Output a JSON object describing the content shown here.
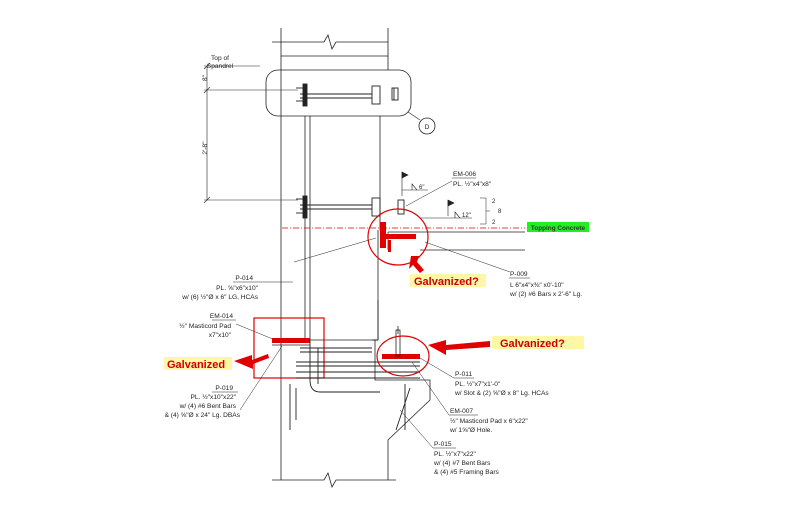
{
  "drawing": {
    "top_of_spandrel": [
      "Top of",
      "Spandrel"
    ],
    "dim_top": "8\"",
    "dim_mid": "2'-8\"",
    "detail_marker": "D",
    "em006": {
      "id": "EM-006",
      "desc": "PL. ½\"x4\"x8\""
    },
    "weld_6": "6\"",
    "weld_12": "12\"",
    "dim_right": [
      "2",
      "8",
      "2"
    ],
    "topping_concrete": "Topping Concrete",
    "galvanized_q1": "Galvanized?",
    "galvanized_q2": "Galvanized?",
    "galvanized": "Galvanized",
    "p014": {
      "id": "P-014",
      "lines": [
        "PL. ⅝\"x6\"x10\"",
        "w/ (6) ½\"Ø x 6\" LG, HCAs"
      ]
    },
    "em014": {
      "id": "EM-014",
      "lines": [
        "½\" Masticord Pad",
        "x7\"x10\""
      ]
    },
    "p019": {
      "id": "P-019",
      "lines": [
        "PL. ½\"x10\"x22\"",
        "w/ (4) #6 Bent Bars",
        "& (4) ⅝\"Ø x 24\" Lg. DBAs"
      ]
    },
    "p009": {
      "id": "P-009",
      "lines": [
        "L 6\"x4\"x⅜\" x0'-10\"",
        "w/ (2) #6 Bars x 2'-6\" Lg."
      ]
    },
    "p011": {
      "id": "P-011",
      "lines": [
        "PL. ½\"x7\"x1'-0\"",
        "w/ Slot & (2) ⅝\"Ø x 8\" Lg. HCAs"
      ]
    },
    "em007": {
      "id": "EM-007",
      "lines": [
        "½\" Masticord Pad x 6\"x22\"",
        "w/ 1⅝\"Ø Hole."
      ]
    },
    "p015": {
      "id": "P-015",
      "lines": [
        "PL. ½\"x7\"x22\"",
        "w/ (4) #7 Bent Bars",
        "& (4) #5 Framing Bars"
      ]
    }
  },
  "colors": {
    "line": "#222222",
    "red": "#e00000",
    "highlight_yellow": "#fff7a8",
    "topping_green": "#22ee22"
  }
}
